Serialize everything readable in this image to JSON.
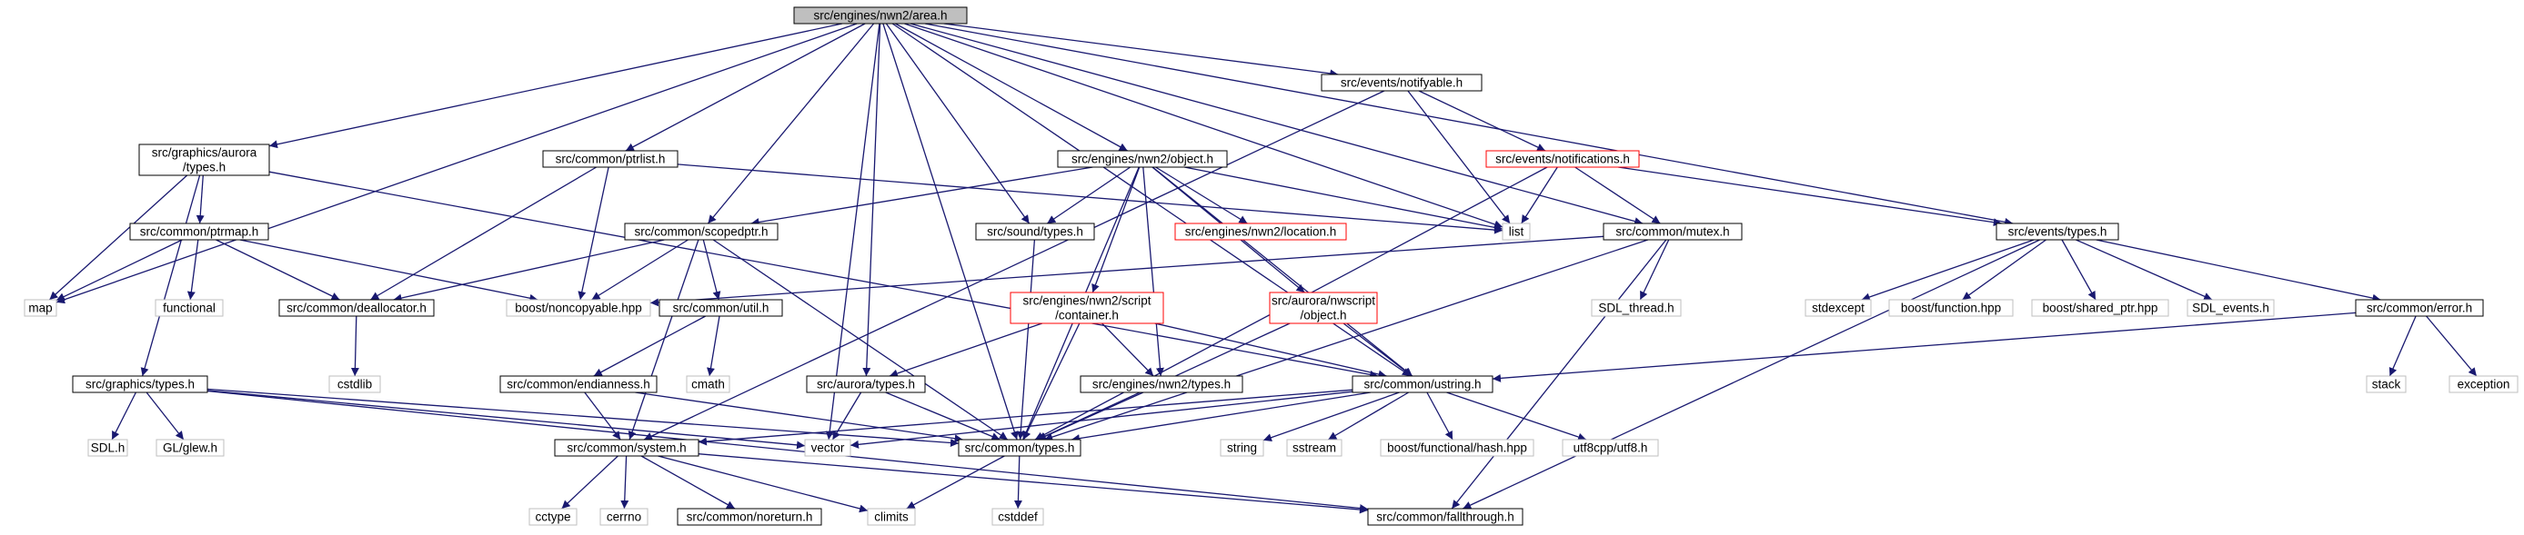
{
  "colors": {
    "edge": "#191970",
    "border_black": "#000000",
    "border_gray": "#bfbfbf",
    "border_red": "#ff0000",
    "root_fill": "#bfbfbf",
    "text": "#000000"
  },
  "nodes": {
    "area": {
      "lines": [
        "src/engines/nwn2/area.h"
      ],
      "style": "root"
    },
    "notifyable": {
      "lines": [
        "src/events/notifyable.h"
      ],
      "style": "black"
    },
    "aurora_types_gfx": {
      "lines": [
        "src/graphics/aurora",
        "/types.h"
      ],
      "style": "black"
    },
    "ptrlist": {
      "lines": [
        "src/common/ptrlist.h"
      ],
      "style": "black"
    },
    "nwn2_object": {
      "lines": [
        "src/engines/nwn2/object.h"
      ],
      "style": "black"
    },
    "notifications": {
      "lines": [
        "src/events/notifications.h"
      ],
      "style": "red"
    },
    "ptrmap": {
      "lines": [
        "src/common/ptrmap.h"
      ],
      "style": "black"
    },
    "scopedptr": {
      "lines": [
        "src/common/scopedptr.h"
      ],
      "style": "black"
    },
    "sound_types": {
      "lines": [
        "src/sound/types.h"
      ],
      "style": "black"
    },
    "location": {
      "lines": [
        "src/engines/nwn2/location.h"
      ],
      "style": "red"
    },
    "list": {
      "lines": [
        "list"
      ],
      "style": "gray"
    },
    "mutex": {
      "lines": [
        "src/common/mutex.h"
      ],
      "style": "black"
    },
    "events_types": {
      "lines": [
        "src/events/types.h"
      ],
      "style": "black"
    },
    "map": {
      "lines": [
        "map"
      ],
      "style": "gray"
    },
    "functional": {
      "lines": [
        "functional"
      ],
      "style": "gray"
    },
    "deallocator": {
      "lines": [
        "src/common/deallocator.h"
      ],
      "style": "black"
    },
    "noncopyable": {
      "lines": [
        "boost/noncopyable.hpp"
      ],
      "style": "gray"
    },
    "util": {
      "lines": [
        "src/common/util.h"
      ],
      "style": "black"
    },
    "script_container": {
      "lines": [
        "src/engines/nwn2/script",
        "/container.h"
      ],
      "style": "red"
    },
    "nwscript_object": {
      "lines": [
        "src/aurora/nwscript",
        "/object.h"
      ],
      "style": "red"
    },
    "sdl_thread": {
      "lines": [
        "SDL_thread.h"
      ],
      "style": "gray"
    },
    "stdexcept": {
      "lines": [
        "stdexcept"
      ],
      "style": "gray"
    },
    "boost_function": {
      "lines": [
        "boost/function.hpp"
      ],
      "style": "gray"
    },
    "boost_shared_ptr": {
      "lines": [
        "boost/shared_ptr.hpp"
      ],
      "style": "gray"
    },
    "sdl_events": {
      "lines": [
        "SDL_events.h"
      ],
      "style": "gray"
    },
    "error": {
      "lines": [
        "src/common/error.h"
      ],
      "style": "black"
    },
    "cstdlib": {
      "lines": [
        "cstdlib"
      ],
      "style": "gray"
    },
    "cmath": {
      "lines": [
        "cmath"
      ],
      "style": "gray"
    },
    "graphics_types": {
      "lines": [
        "src/graphics/types.h"
      ],
      "style": "black"
    },
    "endianness": {
      "lines": [
        "src/common/endianness.h"
      ],
      "style": "black"
    },
    "aurora_types": {
      "lines": [
        "src/aurora/types.h"
      ],
      "style": "black"
    },
    "nwn2_types": {
      "lines": [
        "src/engines/nwn2/types.h"
      ],
      "style": "black"
    },
    "ustring": {
      "lines": [
        "src/common/ustring.h"
      ],
      "style": "black"
    },
    "stack": {
      "lines": [
        "stack"
      ],
      "style": "gray"
    },
    "exception": {
      "lines": [
        "exception"
      ],
      "style": "gray"
    },
    "sdl_h": {
      "lines": [
        "SDL.h"
      ],
      "style": "gray"
    },
    "glew": {
      "lines": [
        "GL/glew.h"
      ],
      "style": "gray"
    },
    "system": {
      "lines": [
        "src/common/system.h"
      ],
      "style": "black"
    },
    "vector": {
      "lines": [
        "vector"
      ],
      "style": "gray"
    },
    "common_types": {
      "lines": [
        "src/common/types.h"
      ],
      "style": "black"
    },
    "string": {
      "lines": [
        "string"
      ],
      "style": "gray"
    },
    "sstream": {
      "lines": [
        "sstream"
      ],
      "style": "gray"
    },
    "boost_hash": {
      "lines": [
        "boost/functional/hash.hpp"
      ],
      "style": "gray"
    },
    "utf8cpp": {
      "lines": [
        "utf8cpp/utf8.h"
      ],
      "style": "gray"
    },
    "cctype": {
      "lines": [
        "cctype"
      ],
      "style": "gray"
    },
    "cerrno": {
      "lines": [
        "cerrno"
      ],
      "style": "gray"
    },
    "noreturn": {
      "lines": [
        "src/common/noreturn.h"
      ],
      "style": "black"
    },
    "climits": {
      "lines": [
        "climits"
      ],
      "style": "gray"
    },
    "cstddef": {
      "lines": [
        "cstddef"
      ],
      "style": "gray"
    },
    "fallthrough": {
      "lines": [
        "src/common/fallthrough.h"
      ],
      "style": "black"
    }
  },
  "edges": [
    [
      "area",
      "map"
    ],
    [
      "area",
      "aurora_types_gfx"
    ],
    [
      "area",
      "vector"
    ],
    [
      "area",
      "ptrlist"
    ],
    [
      "area",
      "scopedptr"
    ],
    [
      "area",
      "aurora_types"
    ],
    [
      "area",
      "common_types"
    ],
    [
      "area",
      "sound_types"
    ],
    [
      "area",
      "nwn2_object"
    ],
    [
      "area",
      "list"
    ],
    [
      "area",
      "notifyable"
    ],
    [
      "area",
      "mutex"
    ],
    [
      "area",
      "ustring"
    ],
    [
      "area",
      "events_types"
    ],
    [
      "notifyable",
      "system"
    ],
    [
      "notifyable",
      "list"
    ],
    [
      "notifyable",
      "notifications"
    ],
    [
      "notifications",
      "list"
    ],
    [
      "notifications",
      "mutex"
    ],
    [
      "notifications",
      "common_types"
    ],
    [
      "notifications",
      "events_types"
    ],
    [
      "aurora_types_gfx",
      "map"
    ],
    [
      "aurora_types_gfx",
      "ptrmap"
    ],
    [
      "aurora_types_gfx",
      "graphics_types"
    ],
    [
      "aurora_types_gfx",
      "ustring"
    ],
    [
      "ptrlist",
      "list"
    ],
    [
      "ptrlist",
      "deallocator"
    ],
    [
      "ptrlist",
      "noncopyable"
    ],
    [
      "nwn2_object",
      "list"
    ],
    [
      "nwn2_object",
      "scopedptr"
    ],
    [
      "nwn2_object",
      "sound_types"
    ],
    [
      "nwn2_object",
      "location"
    ],
    [
      "nwn2_object",
      "script_container"
    ],
    [
      "nwn2_object",
      "nwn2_types"
    ],
    [
      "nwn2_object",
      "nwscript_object"
    ],
    [
      "nwn2_object",
      "ustring"
    ],
    [
      "nwn2_object",
      "common_types"
    ],
    [
      "ptrmap",
      "map"
    ],
    [
      "ptrmap",
      "functional"
    ],
    [
      "ptrmap",
      "deallocator"
    ],
    [
      "ptrmap",
      "noncopyable"
    ],
    [
      "scopedptr",
      "deallocator"
    ],
    [
      "scopedptr",
      "noncopyable"
    ],
    [
      "scopedptr",
      "util"
    ],
    [
      "scopedptr",
      "system"
    ],
    [
      "scopedptr",
      "common_types"
    ],
    [
      "sound_types",
      "common_types"
    ],
    [
      "mutex",
      "noncopyable"
    ],
    [
      "mutex",
      "sdl_thread"
    ],
    [
      "mutex",
      "common_types"
    ],
    [
      "mutex",
      "fallthrough"
    ],
    [
      "events_types",
      "stdexcept"
    ],
    [
      "events_types",
      "boost_function"
    ],
    [
      "events_types",
      "boost_shared_ptr"
    ],
    [
      "events_types",
      "sdl_events"
    ],
    [
      "events_types",
      "error"
    ],
    [
      "events_types",
      "fallthrough"
    ],
    [
      "deallocator",
      "cstdlib"
    ],
    [
      "util",
      "cmath"
    ],
    [
      "util",
      "endianness"
    ],
    [
      "script_container",
      "aurora_types"
    ],
    [
      "script_container",
      "nwn2_types"
    ],
    [
      "script_container",
      "ustring"
    ],
    [
      "script_container",
      "common_types"
    ],
    [
      "nwscript_object",
      "ustring"
    ],
    [
      "nwscript_object",
      "common_types"
    ],
    [
      "error",
      "stack"
    ],
    [
      "error",
      "exception"
    ],
    [
      "error",
      "ustring"
    ],
    [
      "graphics_types",
      "sdl_h"
    ],
    [
      "graphics_types",
      "glew"
    ],
    [
      "graphics_types",
      "vector"
    ],
    [
      "graphics_types",
      "common_types"
    ],
    [
      "graphics_types",
      "fallthrough"
    ],
    [
      "endianness",
      "system"
    ],
    [
      "endianness",
      "common_types"
    ],
    [
      "aurora_types",
      "vector"
    ],
    [
      "aurora_types",
      "common_types"
    ],
    [
      "nwn2_types",
      "common_types"
    ],
    [
      "ustring",
      "string"
    ],
    [
      "ustring",
      "sstream"
    ],
    [
      "ustring",
      "vector"
    ],
    [
      "ustring",
      "boost_hash"
    ],
    [
      "ustring",
      "utf8cpp"
    ],
    [
      "ustring",
      "system"
    ],
    [
      "ustring",
      "common_types"
    ],
    [
      "system",
      "cctype"
    ],
    [
      "system",
      "cerrno"
    ],
    [
      "system",
      "noreturn"
    ],
    [
      "system",
      "climits"
    ],
    [
      "system",
      "fallthrough"
    ],
    [
      "common_types",
      "climits"
    ],
    [
      "common_types",
      "cstddef"
    ]
  ]
}
